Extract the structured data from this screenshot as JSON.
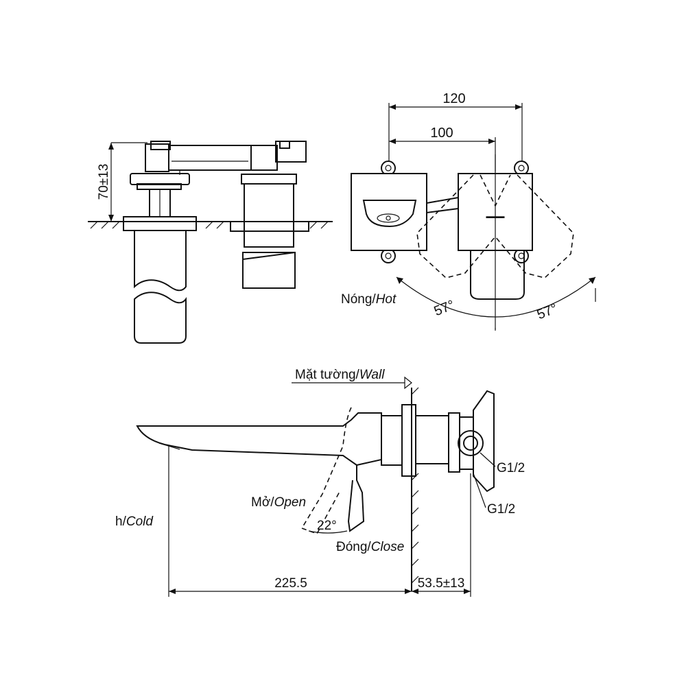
{
  "dimensions": {
    "height_70": "70±13",
    "width_120": "120",
    "width_100": "100",
    "angle_left": "57°",
    "angle_right": "57°",
    "open_angle": "22°",
    "spout_length": "225.5",
    "wall_offset": "53.5±13",
    "thread_upper": "G1/2",
    "thread_lower": "G1/2"
  },
  "labels": {
    "hot_prefix": "Nóng/",
    "hot_en": "Hot",
    "wall_prefix": "Mặt tường/",
    "wall_en": "Wall",
    "open_prefix": "Mở/",
    "open_en": "Open",
    "close_prefix": "Đóng/",
    "close_en": "Close",
    "cold_prefix": "h/",
    "cold_en": "Cold"
  }
}
